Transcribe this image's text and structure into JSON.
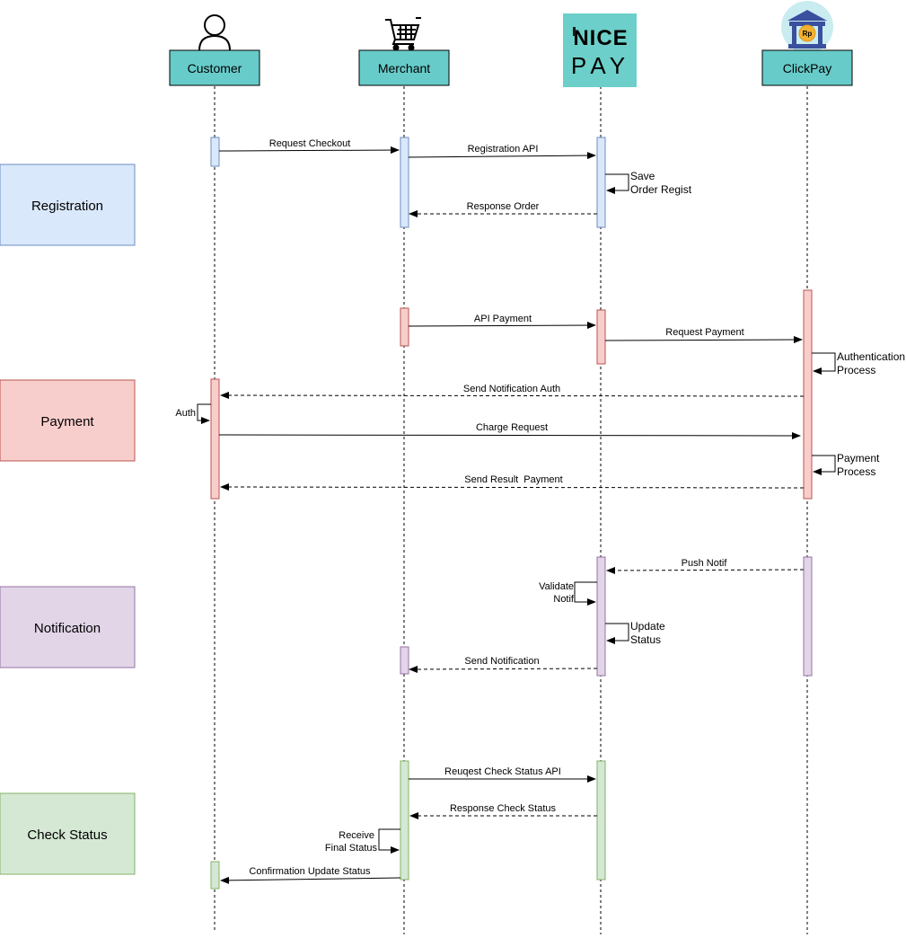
{
  "actors": [
    {
      "id": "customer",
      "label": "Customer",
      "icon": "person-icon"
    },
    {
      "id": "merchant",
      "label": "Merchant",
      "icon": "cart-icon"
    },
    {
      "id": "nicepay",
      "label": "",
      "logo_top": "NICE",
      "logo_bottom": "PAY",
      "icon": "nicepay-logo"
    },
    {
      "id": "clickpay",
      "label": "ClickPay",
      "icon": "bank-icon",
      "badge": "Rp"
    }
  ],
  "sections": [
    {
      "id": "registration",
      "label": "Registration",
      "fill": "#dae8fc",
      "stroke": "#6c8ebf"
    },
    {
      "id": "payment",
      "label": "Payment",
      "fill": "#f8cecc",
      "stroke": "#b85450"
    },
    {
      "id": "notification",
      "label": "Notification",
      "fill": "#e1d5e7",
      "stroke": "#9673a6"
    },
    {
      "id": "check-status",
      "label": "Check Status",
      "fill": "#d5e8d4",
      "stroke": "#82b366"
    }
  ],
  "messages": [
    {
      "id": "request-checkout",
      "from": "customer",
      "to": "merchant",
      "label": "Request Checkout",
      "style": "solid"
    },
    {
      "id": "registration-api",
      "from": "merchant",
      "to": "nicepay",
      "label": "Registration API",
      "style": "solid"
    },
    {
      "id": "response-order",
      "from": "nicepay",
      "to": "merchant",
      "label": "Response Order",
      "style": "dashed"
    },
    {
      "id": "api-payment",
      "from": "merchant",
      "to": "nicepay",
      "label": "API Payment",
      "style": "solid"
    },
    {
      "id": "request-payment",
      "from": "nicepay",
      "to": "clickpay",
      "label": "Request Payment",
      "style": "solid"
    },
    {
      "id": "send-notification-auth",
      "from": "clickpay",
      "to": "customer",
      "label": "Send Notification Auth",
      "style": "dashed"
    },
    {
      "id": "charge-request",
      "from": "customer",
      "to": "clickpay",
      "label": "Charge Request",
      "style": "solid"
    },
    {
      "id": "send-result-payment",
      "from": "clickpay",
      "to": "customer",
      "label": "Send Result  Payment",
      "style": "dashed"
    },
    {
      "id": "push-notif",
      "from": "clickpay",
      "to": "nicepay",
      "label": "Push Notif",
      "style": "dashed"
    },
    {
      "id": "send-notification",
      "from": "nicepay",
      "to": "merchant",
      "label": "Send Notification",
      "style": "dashed"
    },
    {
      "id": "request-check-status-api",
      "from": "merchant",
      "to": "nicepay",
      "label": "Reuqest Check Status API",
      "style": "solid"
    },
    {
      "id": "response-check-status",
      "from": "nicepay",
      "to": "merchant",
      "label": "Response Check Status",
      "style": "dashed"
    },
    {
      "id": "confirmation-update-status",
      "from": "merchant",
      "to": "customer",
      "label": "Confirmation Update Status",
      "style": "solid"
    }
  ],
  "self_messages": [
    {
      "id": "save-order-regist",
      "actor": "nicepay",
      "lines": [
        "Save",
        "Order Regist"
      ],
      "side": "right"
    },
    {
      "id": "authentication-process",
      "actor": "clickpay",
      "lines": [
        "Authentication",
        "Process"
      ],
      "side": "right"
    },
    {
      "id": "auth",
      "actor": "customer",
      "lines": [
        "Auth"
      ],
      "side": "left"
    },
    {
      "id": "payment-process",
      "actor": "clickpay",
      "lines": [
        "Payment",
        "Process"
      ],
      "side": "right"
    },
    {
      "id": "validate-notif",
      "actor": "nicepay",
      "lines": [
        "Validate",
        "Notif"
      ],
      "side": "left"
    },
    {
      "id": "update-status",
      "actor": "nicepay",
      "lines": [
        "Update",
        "Status"
      ],
      "side": "right"
    },
    {
      "id": "receive-final-status",
      "actor": "merchant",
      "lines": [
        "Receive",
        "Final Status"
      ],
      "side": "left"
    }
  ],
  "colors": {
    "actor_fill": "#67cbc9",
    "logo_fill": "#6ccfc9",
    "lifeline": "#000000"
  }
}
